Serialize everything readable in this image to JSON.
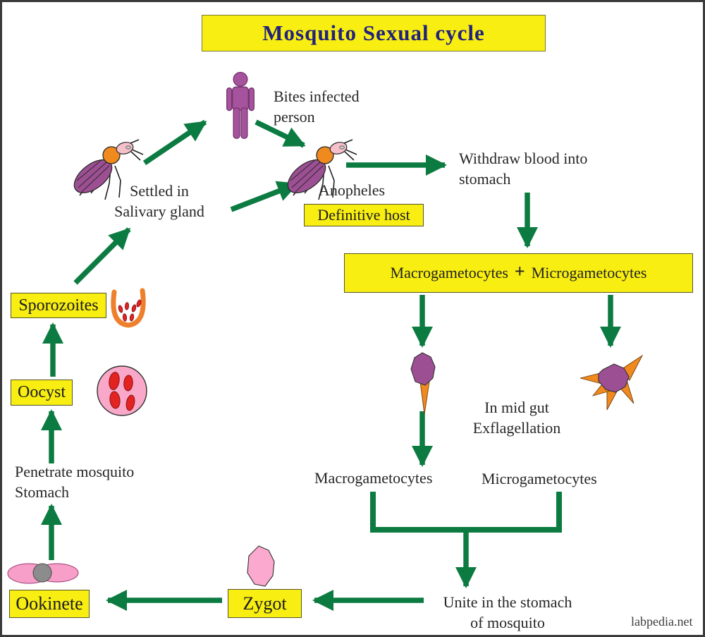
{
  "page": {
    "title": "Mosquito Sexual cycle",
    "watermark": "labpedia.net"
  },
  "colors": {
    "arrow_green": "#0c7b41",
    "highlight_yellow": "#f8ee12",
    "title_navy": "#22227d",
    "purple": "#9d4f93",
    "orange": "#f08a1f",
    "pink_cell": "#f9a3cc",
    "red_cell": "#e32222"
  },
  "nodes": {
    "bites_person": "Bites infected\nperson",
    "settled_salivary": "Settled in\nSalivary gland",
    "anopheles": "Anopheles",
    "definitive_host": "Definitive host",
    "withdraw_blood": "Withdraw blood into\nstomach",
    "gametocytes_box": {
      "left": "Macrogametocytes",
      "plus": "+",
      "right": "Microgametocytes"
    },
    "mid_gut": "In mid gut\nExflagellation",
    "macrogametocytes": "Macrogametocytes",
    "microgametocytes": "Microgametocytes",
    "unite": "Unite in the stomach\nof mosquito",
    "zygot": "Zygot",
    "ookinete": "Ookinete",
    "penetrate": "Penetrate mosquito\nStomach",
    "oocyst": "Oocyst",
    "sporozoites": "Sporozoites"
  }
}
